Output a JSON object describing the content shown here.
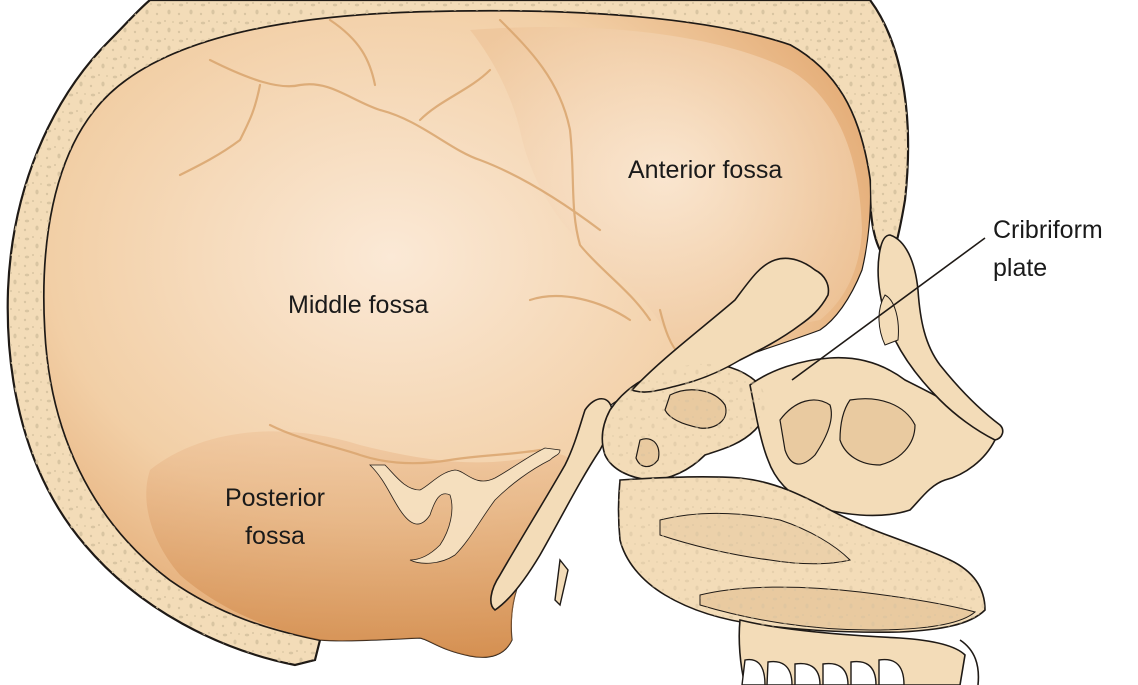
{
  "labels": {
    "anterior": "Anterior fossa",
    "middle": "Middle fossa",
    "posterior_line1": "Posterior",
    "posterior_line2": "fossa",
    "cribriform_line1": "Cribriform",
    "cribriform_line2": "plate"
  },
  "colors": {
    "bone": "#f3dcb8",
    "fossa_light": "#fbe9d6",
    "fossa_mid": "#e8b784",
    "fossa_dark": "#c9772f",
    "outline": "#1f1a16",
    "pore": "#d9c6a6",
    "vessel": "#d9a56e"
  }
}
